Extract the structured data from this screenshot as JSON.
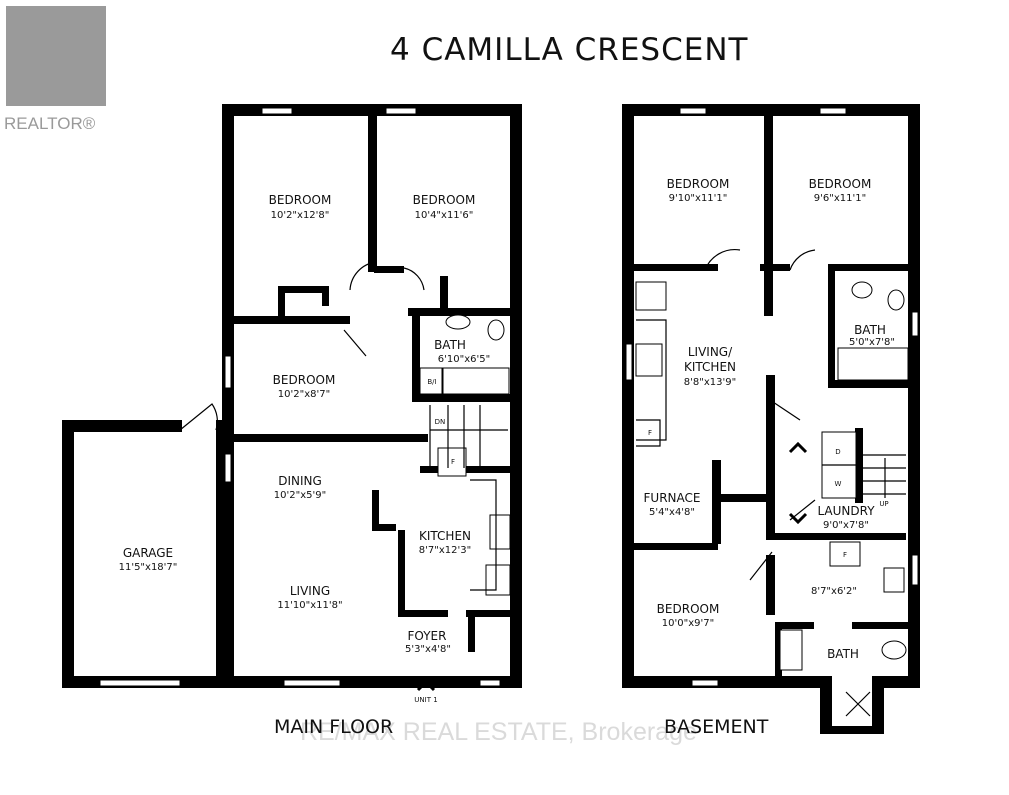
{
  "title": "4 CAMILLA CRESCENT",
  "logo": {
    "text": "REALTOR®"
  },
  "watermark": "RE/MAX REAL ESTATE, Brokerage",
  "floors": {
    "main": {
      "label": "MAIN FLOOR",
      "rooms": [
        {
          "name": "BEDROOM",
          "dims": "10'2\"x12'8\""
        },
        {
          "name": "BEDROOM",
          "dims": "10'4\"x11'6\""
        },
        {
          "name": "BEDROOM",
          "dims": "10'2\"x8'7\""
        },
        {
          "name": "BATH",
          "dims": "6'10\"x6'5\""
        },
        {
          "name": "DINING",
          "dims": "10'2\"x5'9\""
        },
        {
          "name": "KITCHEN",
          "dims": "8'7\"x12'3\""
        },
        {
          "name": "LIVING",
          "dims": "11'10\"x11'8\""
        },
        {
          "name": "FOYER",
          "dims": "5'3\"x4'8\""
        },
        {
          "name": "GARAGE",
          "dims": "11'5\"x18'7\""
        }
      ],
      "tags": {
        "bi": "B/I",
        "dn": "DN",
        "f": "F",
        "unit": "UNIT 1"
      }
    },
    "basement": {
      "label": "BASEMENT",
      "rooms": [
        {
          "name": "BEDROOM",
          "dims": "9'10\"x11'1\""
        },
        {
          "name": "BEDROOM",
          "dims": "9'6\"x11'1\""
        },
        {
          "name": "LIVING/",
          "name2": "KITCHEN",
          "dims": "8'8\"x13'9\""
        },
        {
          "name": "BATH",
          "dims": "5'0\"x7'8\""
        },
        {
          "name": "FURNACE",
          "dims": "5'4\"x4'8\""
        },
        {
          "name": "LAUNDRY",
          "dims": "9'0\"x7'8\""
        },
        {
          "name": "BEDROOM",
          "dims": "10'0\"x9'7\""
        },
        {
          "name": "",
          "dims": "8'7\"x6'2\""
        },
        {
          "name": "BATH",
          "dims": ""
        }
      ],
      "tags": {
        "d": "D",
        "w": "W",
        "up": "UP",
        "f": "F",
        "f2": "F"
      }
    }
  }
}
